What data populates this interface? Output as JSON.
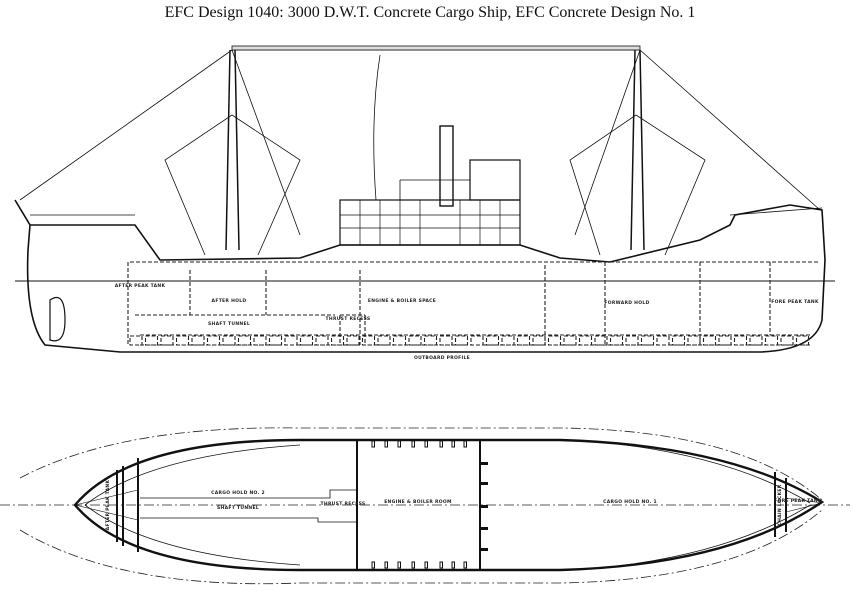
{
  "title": "EFC Design 1040:  3000 D.W.T. Concrete Cargo Ship, EFC Concrete Design No. 1",
  "profile": {
    "caption": "OUTBOARD PROFILE",
    "labels": {
      "after_peak_tank": "AFTER PEAK TANK",
      "after_hold": "AFTER HOLD",
      "shaft_tunnel": "SHAFT TUNNEL",
      "thrust_recess": "THRUST RECESS",
      "engine_boiler_space": "ENGINE & BOILER SPACE",
      "forward_hold": "FORWARD HOLD",
      "fore_peak_tank": "FORE PEAK TANK"
    }
  },
  "plan": {
    "labels": {
      "after_peak_tank": "AFTER PEAK TANK",
      "cargo_hold_2": "CARGO HOLD NO. 2",
      "shaft_tunnel": "SHAFT TUNNEL",
      "thrust_recess": "THRUST RECESS",
      "engine_boiler_room": "ENGINE & BOILER ROOM",
      "cargo_hold_1": "CARGO HOLD NO. 1",
      "chain_locker": "CHAIN LOCKER",
      "fore_peak_tank": "FORE PEAK TANK"
    }
  }
}
